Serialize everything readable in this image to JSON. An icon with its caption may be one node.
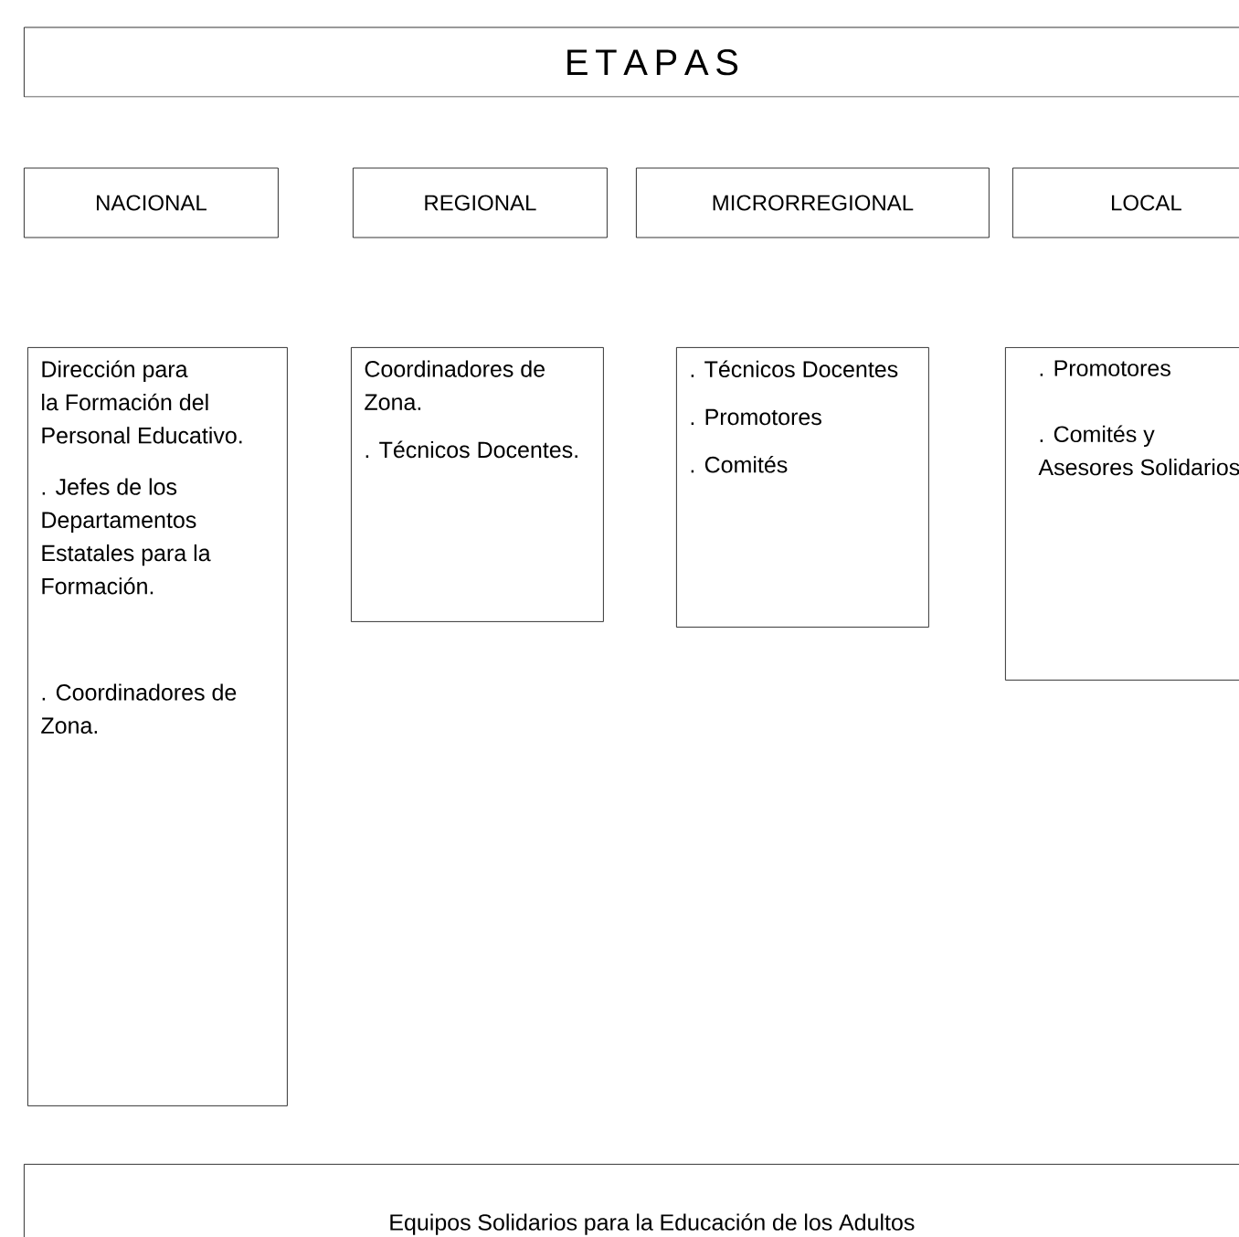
{
  "diagram": {
    "nodes": [
      {
        "text": [
          "E T A P A S"
        ]
      },
      {
        "text": [
          "NACIONAL"
        ]
      },
      {
        "text": [
          "REGIONAL"
        ]
      },
      {
        "text": [
          "MICRORREGIONAL"
        ]
      },
      {
        "text": [
          "LOCAL"
        ]
      },
      {
        "text": [
          "Dirección para la Formación del Personal Educativo.",
          ". Jefes de los Departamentos Estatales para la Formación.",
          ". Coordinadores de Zona."
        ]
      },
      {
        "text": [
          "Coordinadores de Zona.",
          ". Técnicos Docentes."
        ]
      },
      {
        "text": [
          ". Técnicos Docentes",
          ". Promotores",
          ". Comités"
        ]
      },
      {
        "text": [
          ". Promotores",
          ". Comités y Asesores Solidarios"
        ]
      },
      {
        "text": [
          "Equipos Solidarios para la Educación de los Adultos"
        ]
      }
    ],
    "edges": []
  }
}
